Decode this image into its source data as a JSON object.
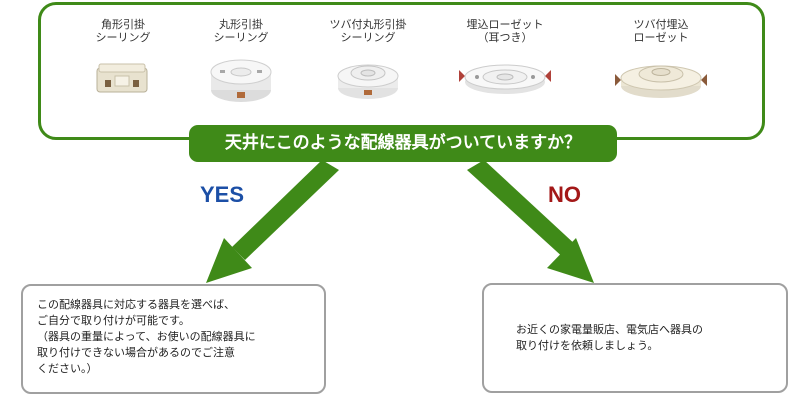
{
  "fixtures": [
    {
      "label": "角形引掛\nシーリング",
      "icon": "square-ceiling-hook-icon"
    },
    {
      "label": "丸形引掛\nシーリング",
      "icon": "round-ceiling-hook-icon"
    },
    {
      "label": "ツバ付丸形引掛\nシーリング",
      "icon": "flanged-round-ceiling-hook-icon"
    },
    {
      "label": "埋込ローゼット\n（耳つき）",
      "icon": "recessed-rosette-icon"
    },
    {
      "label": "ツバ付埋込\nローゼット",
      "icon": "flanged-recessed-rosette-icon"
    }
  ],
  "question": "天井にこのような配線器具がついていますか？",
  "yes_label": "YES",
  "no_label": "NO",
  "yes_text": "この配線器具に対応する器具を選べば、\nご自分で取り付けが可能です。\n（器具の重量によって、お使いの配線器具に\n取り付けできない場合があるのでご注意\nください。）",
  "no_text": "お近くの家電量販店、電気店へ器具の\n取り付けを依頼しましょう。",
  "colors": {
    "green": "#3f8a18",
    "yes": "#1c4fa6",
    "no": "#a31818",
    "border": "#a0a0a0"
  }
}
